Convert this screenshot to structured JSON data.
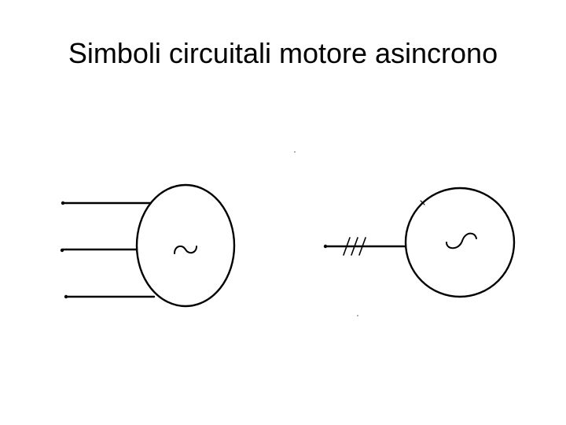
{
  "slide": {
    "title": "Simboli circuitali motore asincrono"
  },
  "colors": {
    "background": "#ffffff",
    "stroke": "#000000"
  },
  "symbols": [
    {
      "id": "three-wire-motor",
      "wire_count": 3,
      "glyph": "~"
    },
    {
      "id": "single-line-motor",
      "wire_count": 1,
      "phase_ticks": 3,
      "glyph": "~"
    }
  ]
}
